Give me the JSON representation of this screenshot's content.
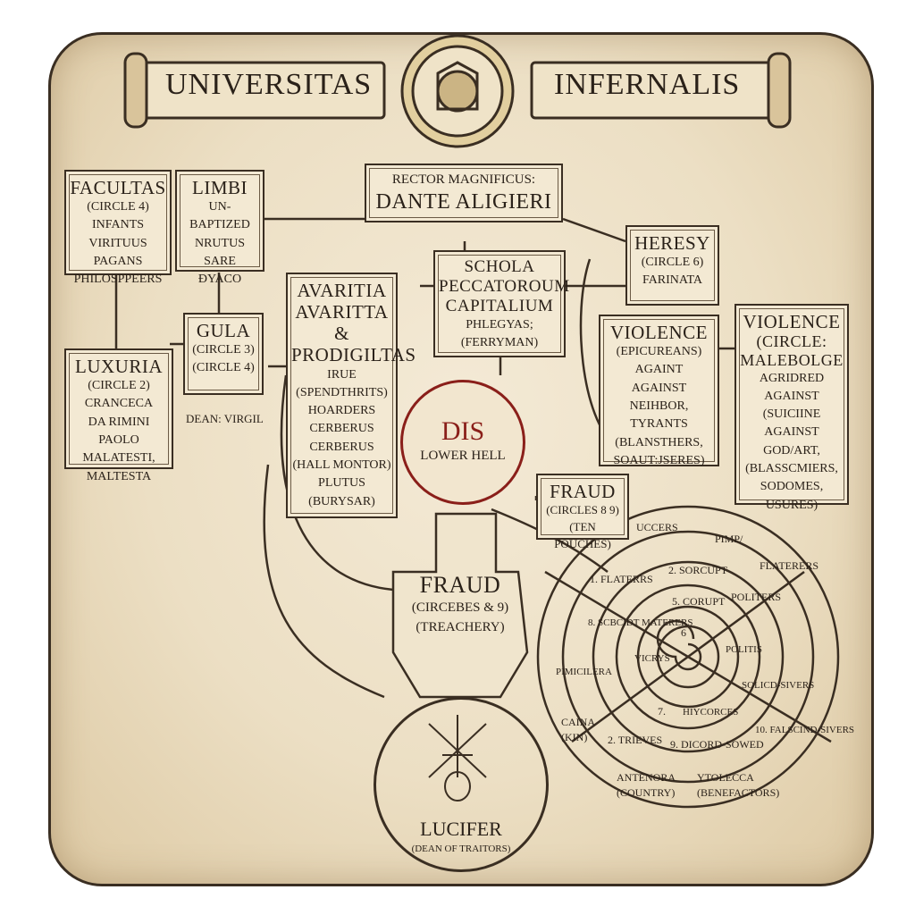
{
  "header": {
    "left": "UNIVERSITAS",
    "right": "INFERNALIS"
  },
  "rector": {
    "title": "RECTOR MAGNIFICUS:",
    "name": "DANTE ALIGIERI"
  },
  "facultas": {
    "title": "FACULTAS",
    "lines": [
      "(CIRCLE 4)",
      "INFANTS",
      "VIRITUUS PAGANS",
      "PHILOSPPEERS"
    ]
  },
  "limbi": {
    "title": "LIMBI",
    "lines": [
      "UN-BAPTIZED",
      "NRUTUS SARE",
      "ĐYACO"
    ]
  },
  "gula": {
    "title": "GULA",
    "lines": [
      "(CIRCLE 3)",
      "(CIRCLE 4)"
    ]
  },
  "luxuria": {
    "title": "LUXURIA",
    "lines": [
      "(CIRCLE 2)",
      "CRANCECA",
      "DA RIMINI",
      "PAOLO MALATESTI,",
      "MALTESTA"
    ]
  },
  "dean_virgil": "DEAN: VIRGIL",
  "avaritia": {
    "title": "AVARITIA",
    "title2": "AVARITTA &",
    "title3": "PRODIGILTAS",
    "lines": [
      "IRUE",
      "(SPENDTHRITS)",
      "HOARDERS",
      "CERBERUS",
      "CERBERUS",
      "(HALL MONTOR)",
      "PLUTUS",
      "(BURYSAR)"
    ]
  },
  "schola": {
    "title": "SCHOLA",
    "title2": "PECCATOROUM",
    "title3": "CAPITALIUM",
    "lines": [
      "PHLEGYAS;",
      "(FERRYMAN)"
    ]
  },
  "heresy": {
    "title": "HERESY",
    "lines": [
      "(CIRCLE 6)",
      "FARINATA"
    ]
  },
  "violence1": {
    "title": "VIOLENCE",
    "lines": [
      "(EPICUREANS)",
      "AGAINT",
      "AGAINST NEIHBOR,",
      "TYRANTS",
      "(BLANSTHERS,",
      "SOAUT:JSERES)"
    ]
  },
  "violence2": {
    "title": "VIOLENCE",
    "title2": "(CIRCLE:",
    "title3": "MALEBOLGE",
    "lines": [
      "AGRIDRED",
      "AGAINST",
      "(SUICIINE",
      "AGAINST GOD/ART,",
      "(BLASSCMIERS,",
      "SODOMES,",
      "USURES)"
    ]
  },
  "dis": {
    "title": "DIS",
    "sub": "LOWER HELL"
  },
  "fraud_small": {
    "title": "FRAUD",
    "lines": [
      "(CIRCLES 8 9)",
      "(TEN POUCHES)"
    ]
  },
  "fraud_big": {
    "title": "FRAUD",
    "lines": [
      "(CIRCEBES & 9)",
      "(TREACHERY)"
    ]
  },
  "lucifer": {
    "title": "LUCIFER",
    "sub": "(DEAN OF TRAITORS)"
  },
  "malebolge": {
    "labels": [
      "UCCERS",
      "PIMP/",
      "FLATERERS",
      "1. FLATERRS",
      "2. SORCUPT",
      "POLITERS",
      "5. CORUPT",
      "8. SCBCIDT MATERERS",
      "6",
      "VICRYS",
      "7.",
      "HIYCORCES",
      "POLITIS",
      "SOLICD-SIVERS",
      "PIMICILERA",
      "CAINA (KIN)",
      "2. TRIEVES",
      "9. DICORD-SOWED",
      "10. FALSCIND-SIVERS",
      "ANTENORA (COUNTRY)",
      "YTOLECCA (BENEFACTORS)"
    ]
  },
  "colors": {
    "ink": "#2a2119",
    "red": "#8a1f1a",
    "parchment": "#ecdfc4"
  }
}
